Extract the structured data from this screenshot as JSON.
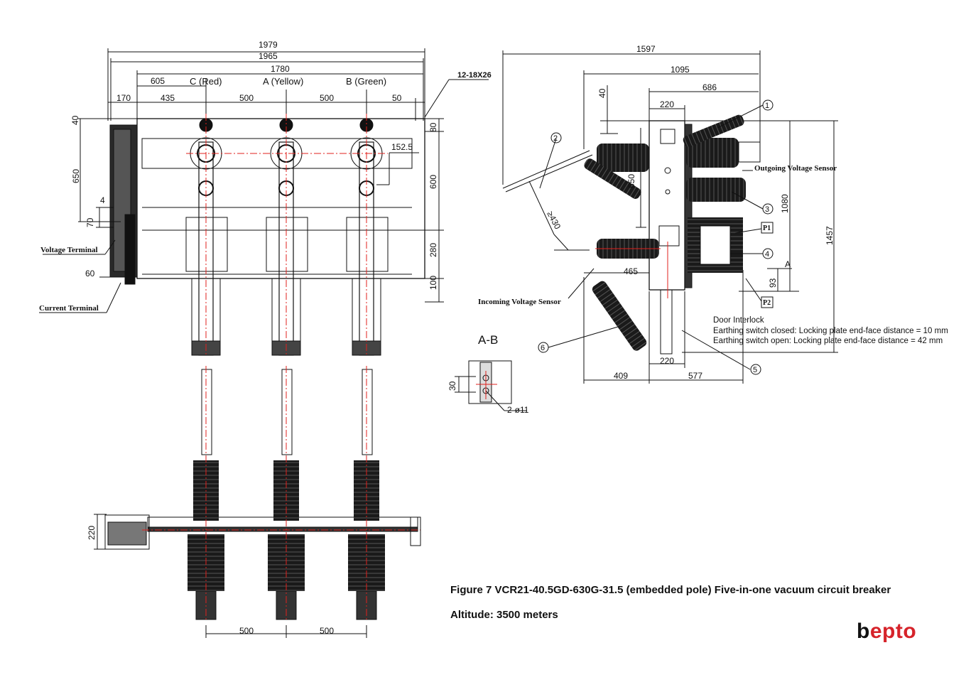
{
  "front_view": {
    "top_dims": [
      "1979",
      "1965",
      "1780"
    ],
    "segments": [
      "605",
      "170",
      "435",
      "500",
      "500",
      "50"
    ],
    "phases": [
      "C (Red)",
      "A (Yellow)",
      "B (Green)"
    ],
    "left_dims": [
      "40",
      "650",
      "4",
      "70",
      "60"
    ],
    "right_dims": [
      "80",
      "600",
      "280",
      "100"
    ],
    "inner_dim": "152.5",
    "bolt_spec": "12-18X26",
    "labels": {
      "voltage_terminal": "Voltage Terminal",
      "current_terminal": "Current Terminal"
    }
  },
  "top_view": {
    "dims": [
      "220",
      "500",
      "500"
    ]
  },
  "section_view": {
    "title": "A-B",
    "dims": [
      "30"
    ],
    "hole_spec": "2-ø11"
  },
  "side_view": {
    "top_dims": [
      "1597",
      "1095",
      "686",
      "220",
      "40"
    ],
    "vertical_dims": [
      "650",
      "1080",
      "1457",
      "93"
    ],
    "bottom_dims": [
      "465",
      "409",
      "220",
      "577"
    ],
    "angle_dim": "≥430",
    "callouts": [
      "1",
      "2",
      "3",
      "4",
      "5",
      "6"
    ],
    "markers": [
      "P1",
      "P2",
      "A"
    ],
    "labels": {
      "outgoing_sensor": "Outgoing Voltage Sensor",
      "incoming_sensor": "Incoming Voltage Sensor"
    },
    "door_interlock": {
      "title": "Door Interlock",
      "closed": "Earthing switch closed: Locking plate end-face distance = 10 mm",
      "open": "Earthing switch open:   Locking plate end-face distance = 42 mm"
    }
  },
  "caption": {
    "title": "Figure 7 VCR21-40.5GD-630G-31.5 (embedded pole)  Five-in-one vacuum circuit breaker",
    "altitude": "Altitude: 3500 meters"
  },
  "logo": {
    "first": "b",
    "rest": "epto",
    "color": "#d6232a"
  },
  "colors": {
    "line": "#111111",
    "centerline": "#e0201c",
    "body": "#1a1a1a"
  }
}
